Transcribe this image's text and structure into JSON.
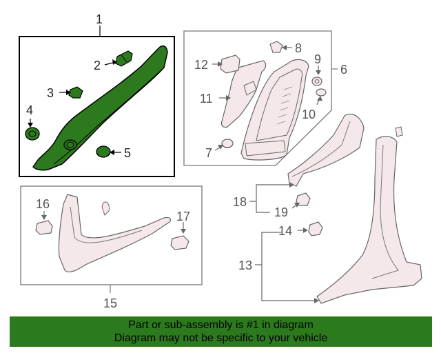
{
  "callouts": {
    "c1": "1",
    "c2": "2",
    "c3": "3",
    "c4": "4",
    "c5": "5",
    "c6": "6",
    "c7": "7",
    "c8": "8",
    "c9": "9",
    "c10": "10",
    "c11": "11",
    "c12": "12",
    "c13": "13",
    "c14": "14",
    "c15": "15",
    "c16": "16",
    "c17": "17",
    "c18": "18",
    "c19": "19"
  },
  "banner": {
    "line1": "Part or sub-assembly is #1 in diagram",
    "line2": "Diagram may not be specific to your vehicle"
  },
  "colors": {
    "highlight_fill": "#2d7a1e",
    "part_fill": "#f4e8ea",
    "outline": "#555555"
  }
}
